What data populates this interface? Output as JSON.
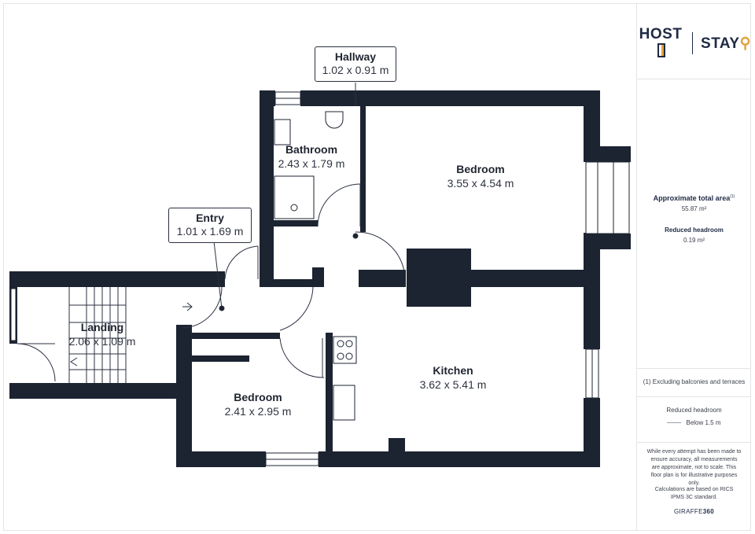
{
  "brand": {
    "logo_left": "HOST",
    "logo_right": "STAY",
    "accent_color": "#e2a23a",
    "logo_color": "#1f2a44"
  },
  "summary": {
    "total_area_label": "Approximate total area",
    "total_area_marker": "(1)",
    "total_area_value": "55.87 m²",
    "reduced_headroom_label": "Reduced headroom",
    "reduced_headroom_value": "0.19 m²"
  },
  "notes": {
    "exclusion": "(1) Excluding balconies and terraces",
    "legend_title": "Reduced headroom",
    "legend_item": "Below 1.5 m",
    "disclaimer": "While every attempt has been made to ensure accuracy, all measurements are approximate, not to scale. This floor plan is for illustrative purposes only.",
    "calculations": "Calculations are based on RICS IPMS 3C standard.",
    "provider_prefix": "GIRAFFE",
    "provider_suffix": "360"
  },
  "rooms": {
    "hallway": {
      "name": "Hallway",
      "dims": "1.02 x 0.91 m"
    },
    "entry": {
      "name": "Entry",
      "dims": "1.01 x 1.69 m"
    },
    "bathroom": {
      "name": "Bathroom",
      "dims": "2.43 x 1.79 m"
    },
    "bedroom1": {
      "name": "Bedroom",
      "dims": "3.55 x 4.54 m"
    },
    "landing": {
      "name": "Landing",
      "dims": "2.06 x 1.09 m"
    },
    "kitchen": {
      "name": "Kitchen",
      "dims": "3.62 x 5.41 m"
    },
    "bedroom2": {
      "name": "Bedroom",
      "dims": "2.41 x 2.95 m"
    }
  },
  "colors": {
    "wall": "#1c2331",
    "line": "#2b3140"
  }
}
